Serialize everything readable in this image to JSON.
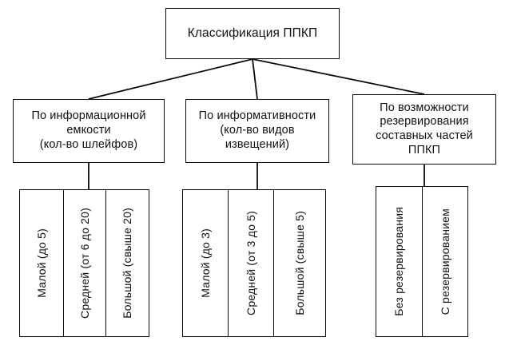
{
  "diagram": {
    "title": "Классификация ППКП",
    "type": "hierarchy-tree",
    "orientation": "top-down",
    "line_color": "#0b0b0b",
    "box_fill": "#ffffff",
    "root": {
      "label": "Классификация ППКП"
    },
    "categories": [
      {
        "label": "По информационной\nемкости\n(кол-во шлейфов)",
        "leaves": [
          {
            "label": "Малой (до 5)"
          },
          {
            "label": "Средней (от 6 до 20)"
          },
          {
            "label": "Большой (свыше 20)"
          }
        ]
      },
      {
        "label": "По информативности\n(кол-во видов\nизвещений)",
        "leaves": [
          {
            "label": "Малой (до 3)"
          },
          {
            "label": "Средней (от 3 до 5)"
          },
          {
            "label": "Большой (свыше 5)"
          }
        ]
      },
      {
        "label": "По возможности\nрезервирования\nсоставных частей\nППКП",
        "leaves": [
          {
            "label": "Без резервирования"
          },
          {
            "label": "С резервированием"
          }
        ]
      }
    ]
  }
}
